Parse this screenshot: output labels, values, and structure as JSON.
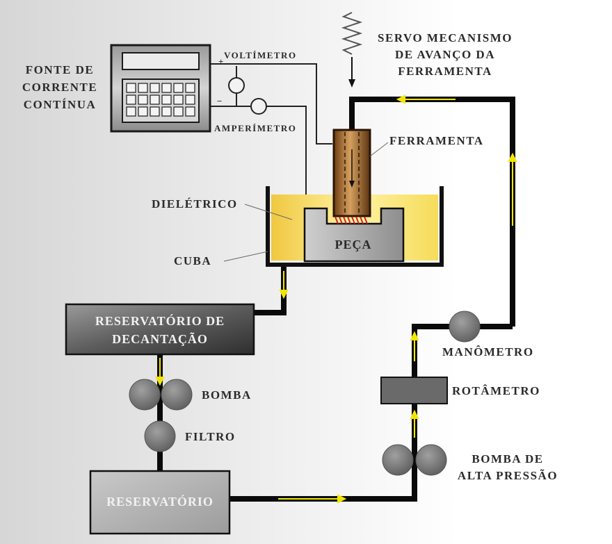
{
  "power_source": {
    "lines": [
      "FONTE DE",
      "CORRENTE",
      "CONTÍNUA"
    ]
  },
  "voltmeter": "VOLTÍMETRO",
  "ammeter": "AMPERÍMETRO",
  "servo": {
    "lines": [
      "SERVO MECANISMO",
      "DE AVANÇO DA",
      "FERRAMENTA"
    ]
  },
  "tool": "FERRAMENTA",
  "dielectric": "DIELÉTRICO",
  "tank": "CUBA",
  "workpiece": "PEÇA",
  "settling_reservoir": {
    "lines": [
      "RESERVATÓRIO DE",
      "DECANTAÇÃO"
    ]
  },
  "pump": "BOMBA",
  "filter": "FILTRO",
  "reservoir": "RESERVATÓRIO",
  "high_pressure_pump": {
    "lines": [
      "BOMBA DE",
      "ALTA PRESSÃO"
    ]
  },
  "rotameter": "ROTÂMETRO",
  "manometer": "MANÔMETRO",
  "polarity": {
    "plus": "+",
    "minus": "−"
  },
  "colors": {
    "pipe": "#0a0a0a",
    "flow_arrow": "#f2e600",
    "dielectric_fluid": "#f6d94a",
    "tool_copper": "#a4682a",
    "spark": "#d42020",
    "workpiece": "#a8a8a8",
    "pump_gray": "#7a7a7a"
  }
}
